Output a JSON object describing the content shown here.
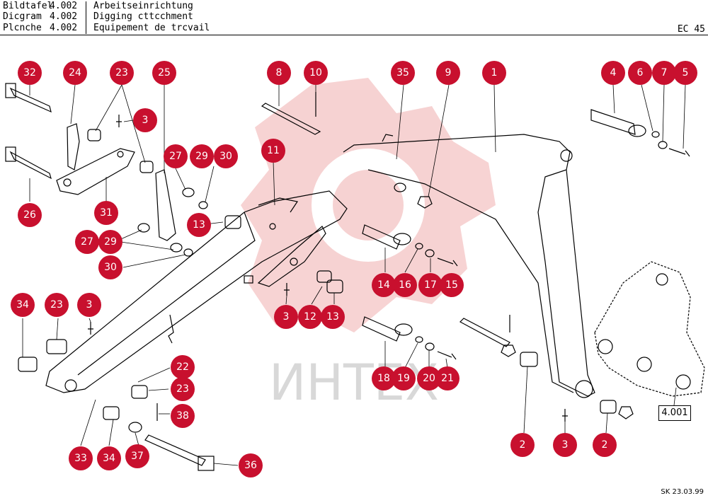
{
  "header": {
    "rows": [
      {
        "label": "Bildtafel",
        "number": "4.002",
        "description": "Arbeitseinrichtung"
      },
      {
        "label": "Dicgram",
        "number": "4.002",
        "description": "Digging cttcchment"
      },
      {
        "label": "Plcnche",
        "number": "4.002",
        "description": "Equipement de trcvail"
      }
    ],
    "model": "EC 45"
  },
  "watermark": "ИНТЕХ",
  "reference_box": "4.001",
  "footer": "SK 23.03.99",
  "colors": {
    "callout": "#c8102e",
    "watermark": "#f2b8b8"
  },
  "callouts": [
    "32",
    "24",
    "23",
    "3",
    "25",
    "27",
    "29",
    "30",
    "26",
    "31",
    "13",
    "27",
    "29",
    "30",
    "8",
    "10",
    "35",
    "9",
    "1",
    "11",
    "4",
    "6",
    "7",
    "5",
    "14",
    "16",
    "17",
    "15",
    "3",
    "12",
    "13",
    "34",
    "23",
    "3",
    "22",
    "23",
    "38",
    "33",
    "34",
    "37",
    "36",
    "18",
    "19",
    "20",
    "21",
    "2",
    "3",
    "2"
  ]
}
